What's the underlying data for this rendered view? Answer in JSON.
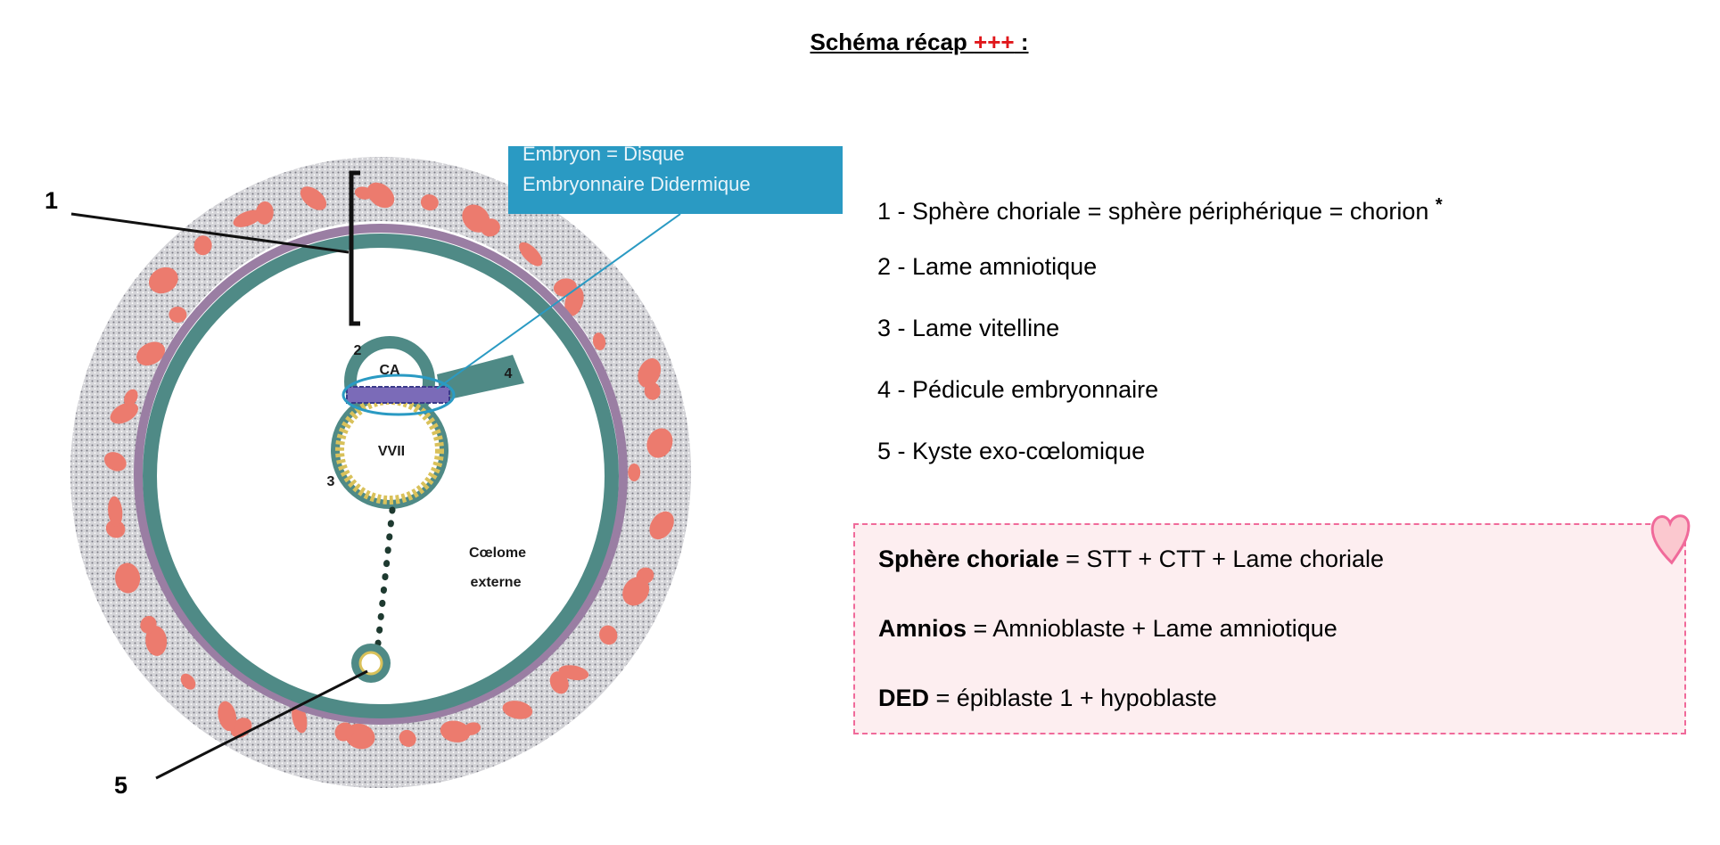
{
  "title": {
    "text": "Schéma récap ",
    "emphasis": "+++",
    "suffix": " :",
    "emphasis_color": "#e0171b"
  },
  "diagram": {
    "callout_box": {
      "line1": "Embryon = Disque",
      "line2": "Embryonnaire Didermique",
      "color": "#2a9ac3"
    },
    "labels": {
      "one": "1",
      "five": "5",
      "two": "2",
      "three": "3",
      "four": "4",
      "ca": "CA",
      "vvii": "VVII",
      "coelome1": "Cœlome",
      "coelome2": "externe"
    },
    "colors": {
      "villi": "#ec7b6e",
      "chorion_band": "#c9c9cd",
      "purple_layer": "#9a7ea3",
      "teal_layer": "#4f8a86",
      "yolk": "#d9c15a"
    }
  },
  "legend": {
    "items": [
      "1 - Sphère choriale = sphère périphérique = chorion",
      "2 - Lame amniotique",
      "3 - Lame vitelline",
      "4 - Pédicule embryonnaire",
      "5 - Kyste exo-cœlomique"
    ],
    "asterisk": "*"
  },
  "recap": {
    "rows": [
      {
        "term": "Sphère choriale",
        "def": " = STT + CTT + Lame choriale"
      },
      {
        "term": "Amnios",
        "def": " = Amnioblaste + Lame amniotique"
      },
      {
        "term": "DED",
        "def": " = épiblaste 1 + hypoblaste"
      }
    ],
    "border_color": "#f06a9a",
    "bg_color": "#fdeef0"
  }
}
